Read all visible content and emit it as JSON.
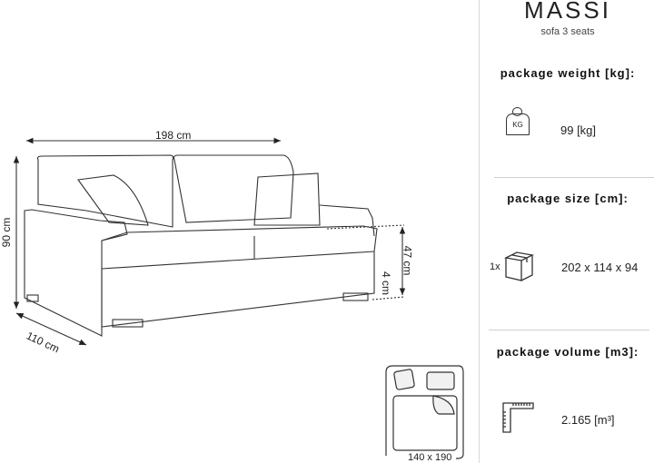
{
  "product": {
    "name": "MASSI",
    "subtitle": "sofa 3 seats"
  },
  "dimensions": {
    "width": "198 cm",
    "height": "90 cm",
    "depth": "110 cm",
    "seat_height": "47 cm",
    "leg_height": "4 cm",
    "bed_size": "140 x 190"
  },
  "package_weight": {
    "heading": "package weight [kg]:",
    "icon": "weight-kg-icon",
    "icon_label": "KG",
    "value": "99 [kg]"
  },
  "package_size": {
    "heading": "package size [cm]:",
    "icon": "box-icon",
    "count": "1x",
    "value": "202 x 114 x 94"
  },
  "package_volume": {
    "heading": "package volume [m3]:",
    "icon": "ruler-square-icon",
    "value": "2.165 [m³]"
  }
}
